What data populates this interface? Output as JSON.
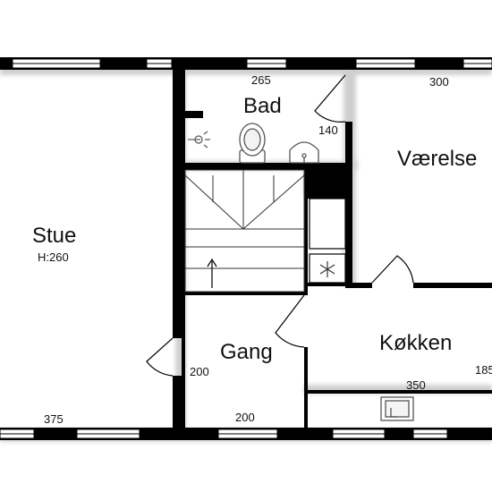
{
  "rooms": {
    "stue": {
      "name": "Stue",
      "note": "H:260"
    },
    "bad": {
      "name": "Bad"
    },
    "vaerelse": {
      "name": "Værelse"
    },
    "gang": {
      "name": "Gang"
    },
    "kokken": {
      "name": "Køkken"
    }
  },
  "dimensions": {
    "bad_width": "265",
    "vaerelse_width": "300",
    "bad_depth": "140",
    "gang_depth": "200",
    "gang_width": "200",
    "kokken_width": "350",
    "kokken_depth": "185",
    "stue_width": "375"
  },
  "colors": {
    "wall": "#000000",
    "line": "#111111",
    "fixture": "#555555"
  },
  "icons": [
    "toilet-icon",
    "sink-icon",
    "towel-heater-icon",
    "freezer-icon",
    "kitchen-sink-icon",
    "stair-arrow-icon"
  ]
}
